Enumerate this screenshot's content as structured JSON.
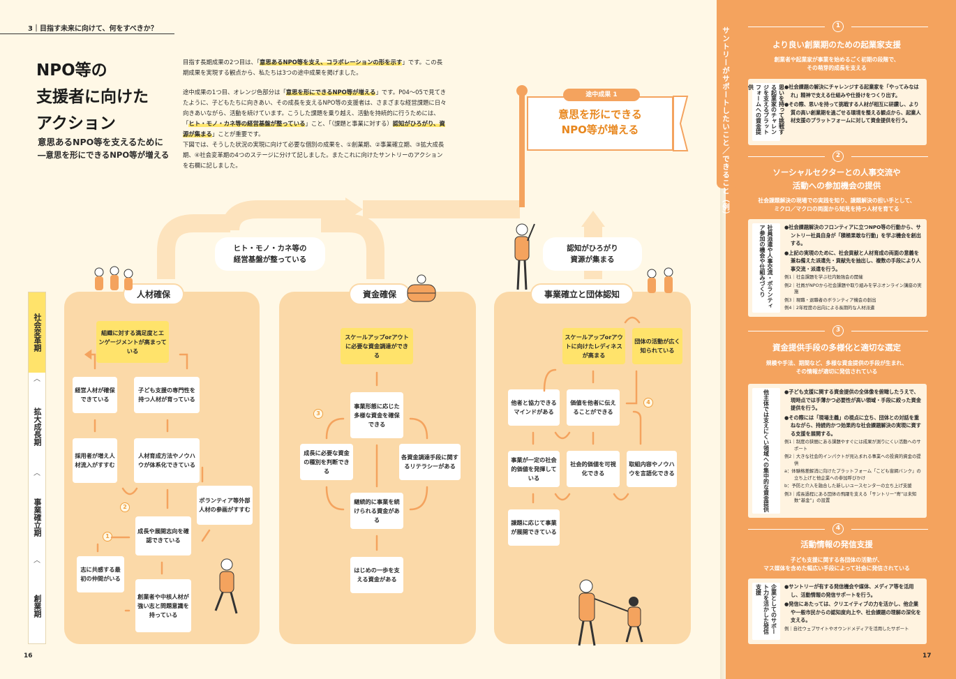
{
  "header": {
    "section": "3｜目指す未来に向けて、何をすべきか？"
  },
  "title": {
    "line1": "NPO等の",
    "line2": "支援者に向けた",
    "line3": "アクション"
  },
  "subtitle": {
    "line1": "意思あるNPO等を支えるために",
    "line2": "―意思を形にできるNPO等が増える"
  },
  "intro": {
    "p1a": "目指す長期成果の2つ目は、「",
    "p1hl": "意思あるNPO等を支え、コラボレーションの形を示す",
    "p1b": "」です。この長期成果を実現する観点から、私たちは3つの途中成果を掲げました。",
    "p2a": "途中成果の1つ目、オレンジ色部分は「",
    "p2hl": "意思を形にできるNPO等が増える",
    "p2b": "」です。P04～05で見てきたように、子どもたちに向きあい、その成長を支えるNPO等の支援者は、さまざまな経営課題に日々向きあいながら、活動を続けています。こうした課題を乗り越え、活動を持続的に行うためには、「",
    "p2hl2": "ヒト・モノ・カネ等の経営基盤が整っている",
    "p2c": "」こと、「（課題と事業に対する）",
    "p2hl3": "認知がひろがり、資源が集まる",
    "p2d": "」ことが重要です。",
    "p3": "下図では、そうした状況の実現に向けて必要な個別の成果を、①創業期、②事業確立期、③拡大成長期、④社会変革期の4つのステージに分けて記しました。またこれに向けたサントリーのアクションを右欄に記しました。"
  },
  "flag": {
    "tag": "途中成果 1",
    "line1": "意思を形にできる",
    "line2": "NPO等が増える"
  },
  "pills": {
    "management_l1": "ヒト・モノ・カネ等の",
    "management_l2": "経営基盤が整っている",
    "awareness_l1": "認知がひろがり",
    "awareness_l2": "資源が集まる"
  },
  "stages": [
    "社会変革期",
    "拡大成長期",
    "事業確立期",
    "創業期"
  ],
  "panels": {
    "hr": {
      "title": "人材確保",
      "b1": "組織に対する満足度とエンゲージメントが高まっている",
      "b2": "経営人材が確保できている",
      "b3": "子ども支援の専門性を持つ人材が育っている",
      "b4": "採用者が増え人材流入がすすむ",
      "b5": "人材育成方法やノウハウが体系化できている",
      "b6": "ボランティア等外部人材の参画がすすむ",
      "b7": "成長や展開志向を確認できている",
      "b8": "志に共感する最初の仲間がいる",
      "b9": "創業者や中核人材が強い志と問題意識を持っている",
      "n1": "1",
      "n2": "2"
    },
    "fund": {
      "title": "資金確保",
      "b1": "スケールアップorアウトに必要な資金調達ができる",
      "b2": "事業形態に応じた多様な資金を確保できる",
      "b3": "成長に必要な資金の種別を判断できる",
      "b4": "各資金調達手段に関するリテラシーがある",
      "b5": "継続的に事業を続けられる資金がある",
      "b6": "はじめの一歩を支える資金がある",
      "n3": "3"
    },
    "biz": {
      "title": "事業確立と団体認知",
      "b1": "スケールアップorアウトに向けたレディネスが高まる",
      "b2": "団体の活動が広く知られている",
      "b3": "他者と協力できるマインドがある",
      "b4": "価値を他者に伝えることができる",
      "b5": "事業が一定の社会的価値を発揮している",
      "b6": "社会的価値を可視化できる",
      "b7": "取組内容やノウハウを言語化できる",
      "b8": "課題に応じて事業が展開できている",
      "n4": "4"
    }
  },
  "page_numbers": {
    "left": "16",
    "right": "17"
  },
  "right": {
    "vtitle": "サントリーがサポートしたいこと／できること（例）",
    "items": [
      {
        "num": "1",
        "title_l1": "より良い創業期のための起業家支援",
        "sub_l1": "創業者や起業家が事業を始めるごく初期の段階で、",
        "sub_l2": "その萌芽的成長を支える",
        "side": "思いを持って挑戦する起業家のチャレンジを支えるプラットフォームへの資金提供",
        "bullets": [
          "●社会課題の解決にチャレンジする起業家を「やってみなはれ」精神で支える仕組みや仕掛けをつくり出す。",
          "●その際、思いを持って挑戦する人材が相互に研鑽し、より質の高い創業期を過ごせる環境を整える観点から、起業人材支援のプラットフォームに対して資金提供を行う。"
        ]
      },
      {
        "num": "2",
        "title_l1": "ソーシャルセクターとの人事交流や",
        "title_l2": "活動への参加機会の提供",
        "sub_l1": "社会課題解決の現場での実践を知り、課題解決の担い手として、",
        "sub_l2": "ミクロ／マクロの両面から知見を持つ人材を育てる",
        "side": "社員派遣や人事交流・ボランティア参加の機会や仕組みづくり",
        "bullets": [
          "●社会課題解決のフロンティアに立つNPO等の行動から、サントリー社員自身が「積極果敢な行動」を学ぶ機会を創出する。",
          "●上記の実現のために、社会貢献と人材育成の両面の意義を兼ね備えた派遣先・貢献先を抽出し、複数の手段により人事交流・派遣を行う。"
        ],
        "examples": [
          "例1｜社会課題を学ぶ社内勉強会の開催",
          "例2｜社員がNPOから社会課題や取り組みを学ぶオンライン講座の実施",
          "例3｜現職・退職者のボランティア機会の創出",
          "例4｜2年程度の出向による長期的な人材派遣"
        ]
      },
      {
        "num": "3",
        "title_l1": "資金提供手段の多様化と適切な選定",
        "sub_l1": "規模や手法、期間など、多様な資金提供の手段が生まれ、",
        "sub_l2": "その情報が適切に発信されている",
        "side": "他主体では支えにくい領域への集中的な資金提供",
        "bullets": [
          "●子ども支援に関する資金提供の全体像を俯瞰したうえで、現時点では手薄かつ必要性が高い領域・手段に絞った資金提供を行う。",
          "●その際には「現場主義」の視点に立ち、団体との対話を重ねながら、持続的かつ効果的な社会課題解決の実現に資する支援を展開する。"
        ],
        "examples": [
          "例1｜制度の狭間にある課題やすぐには成果が測りにくい活動へのサポート",
          "例2｜大きな社会的インパクトが見込まれる事業への投資的資金の提供",
          "a：体験格差解消に向けたプラットフォーム「こども宙網バンク」の立ち上げと他企業への参加呼びかけ",
          "b：予防と介入を融合した新しいユースセンターの立ち上げ支援",
          "例3｜成長過程にある団体の飛躍を支える「サントリー“寄”は未知数“基金”」の設置"
        ]
      },
      {
        "num": "4",
        "title_l1": "活動情報の発信支援",
        "sub_l1": "子ども支援に関する各団体の活動が、",
        "sub_l2": "マス媒体を含めた幅広い手段によって社会に発信されている",
        "side": "企業としてのサポート力を活かした発信支援",
        "bullets": [
          "●サントリーが有する発信機会や媒体、メディア等を活用し、活動情報の発信サポートを行う。",
          "●発信にあたっては、クリエイティブの力を活かし、他企業や一般市民からの認知度向上や、社会課題の理解の深化を支える。"
        ],
        "examples": [
          "例｜自社ウェブサイトやオウンドメディアを活用したサポート"
        ]
      }
    ]
  },
  "colors": {
    "orange": "#f4a35e",
    "yellow": "#ffe36b",
    "panel": "#fbd9a8",
    "cream": "#fff8e6"
  }
}
